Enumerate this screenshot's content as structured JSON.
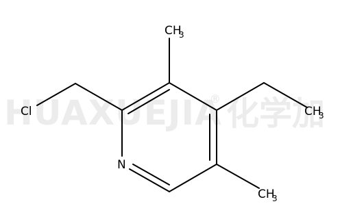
{
  "watermark": {
    "latin": "HUAXUEJIA",
    "registered": "®",
    "cjk": "化学加"
  },
  "molecule": {
    "atoms": {
      "chlorine": "Cl",
      "nitrogen": "N",
      "methyl_top": {
        "base": "CH",
        "sub": "3"
      },
      "methyl_ethyl": {
        "base": "CH",
        "sub": "3"
      },
      "methyl_bottom": {
        "base": "CH",
        "sub": "3"
      }
    }
  }
}
